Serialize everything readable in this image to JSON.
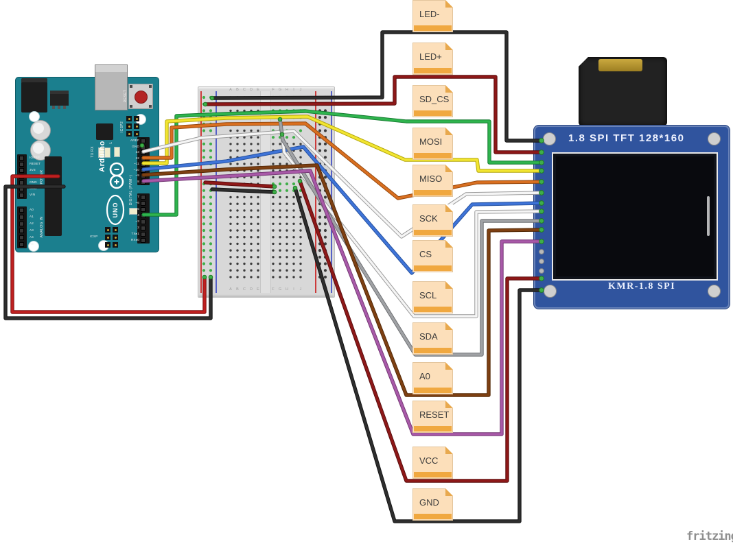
{
  "watermark": "fritzing",
  "arduino": {
    "name": "Arduino UNO",
    "brand": "Arduino",
    "model": "UNO",
    "top_pins": [
      "AREF",
      "GND",
      "13",
      "12",
      "~11",
      "~10",
      "~9",
      "8"
    ],
    "bottom_pins": [
      "7",
      "~6",
      "~5",
      "4",
      "~3",
      "2",
      "TX▸1",
      "RX◂0"
    ],
    "power_pins": [
      "IOREF",
      "RESET",
      "3V3",
      "5V",
      "GND",
      "GND",
      "VIN"
    ],
    "analog_pins": [
      "A0",
      "A1",
      "A2",
      "A3",
      "A4",
      "A5"
    ],
    "labels": {
      "digital": "DIGITAL (PWM~)",
      "analog": "ANALOG IN",
      "power": "POWER",
      "icsp": "ICSP",
      "icsp2": "ICSP2",
      "on": "ON",
      "l": "L",
      "tx": "TX",
      "rx": "RX",
      "reset": "RESET"
    }
  },
  "breadboard": {
    "columns_left": "ABCDE",
    "columns_right": "FGHIJ"
  },
  "tft": {
    "title": "1.8 SPI TFT 128*160",
    "model": "KMR-1.8 SPI"
  },
  "notes": [
    {
      "id": "led_minus",
      "label": "LED-"
    },
    {
      "id": "led_plus",
      "label": "LED+"
    },
    {
      "id": "sd_cs",
      "label": "SD_CS"
    },
    {
      "id": "mosi",
      "label": "MOSI"
    },
    {
      "id": "miso",
      "label": "MISO"
    },
    {
      "id": "sck",
      "label": "SCK"
    },
    {
      "id": "cs",
      "label": "CS"
    },
    {
      "id": "scl",
      "label": "SCL"
    },
    {
      "id": "sda",
      "label": "SDA"
    },
    {
      "id": "a0",
      "label": "A0"
    },
    {
      "id": "reset",
      "label": "RESET"
    },
    {
      "id": "vcc",
      "label": "VCC"
    },
    {
      "id": "gnd",
      "label": "GND"
    }
  ],
  "wires": [
    {
      "id": "led_minus",
      "signal": "LED-",
      "color": "#2e2e2e",
      "outline": "#151515"
    },
    {
      "id": "led_plus",
      "signal": "LED+",
      "color": "#8e1818",
      "outline": "#5a0e0e"
    },
    {
      "id": "vcc_row",
      "signal": "VCC",
      "color": "#8e1818",
      "outline": "#5a0e0e"
    },
    {
      "id": "gnd_row",
      "signal": "GND",
      "color": "#2e2e2e",
      "outline": "#151515"
    },
    {
      "id": "vcc",
      "signal": "VCC",
      "color": "#8e1818",
      "outline": "#5a0e0e"
    },
    {
      "id": "gnd",
      "signal": "GND",
      "color": "#2e2e2e",
      "outline": "#151515"
    },
    {
      "id": "power_5v",
      "signal": "5V",
      "color": "#c02020",
      "outline": "#7d1212"
    },
    {
      "id": "power_gnd",
      "signal": "GND",
      "color": "#2e2e2e",
      "outline": "#151515"
    },
    {
      "id": "sd_cs",
      "signal": "SD_CS",
      "color": "#2fb44e",
      "outline": "#157a30"
    },
    {
      "id": "mosi",
      "signal": "MOSI",
      "color": "#f2e531",
      "outline": "#b5a90e"
    },
    {
      "id": "miso",
      "signal": "MISO",
      "color": "#d96f20",
      "outline": "#96490e"
    },
    {
      "id": "sck",
      "signal": "SCK",
      "color": "#f5f5f5",
      "outline": "#9b9b9b"
    },
    {
      "id": "cs",
      "signal": "CS",
      "color": "#3f74d8",
      "outline": "#24509e"
    },
    {
      "id": "scl",
      "signal": "SCL",
      "color": "#f5f5f5",
      "outline": "#9b9b9b"
    },
    {
      "id": "sda",
      "signal": "SDA",
      "color": "#a0a2a5",
      "outline": "#6f7174"
    },
    {
      "id": "a0",
      "signal": "A0",
      "color": "#7e4012",
      "outline": "#532907"
    },
    {
      "id": "reset",
      "signal": "RESET",
      "color": "#a859a8",
      "outline": "#763a76"
    }
  ],
  "colors": {
    "arduino_board": "#1b7f8e",
    "tft_pcb": "#30549e",
    "note_bg": "#fcdfba",
    "note_bar": "#f0a840",
    "connection_dot": "#3fae49",
    "breadboard": "#d8d8d8",
    "rail_red": "#cc3a3a",
    "rail_blue": "#5560c8"
  }
}
